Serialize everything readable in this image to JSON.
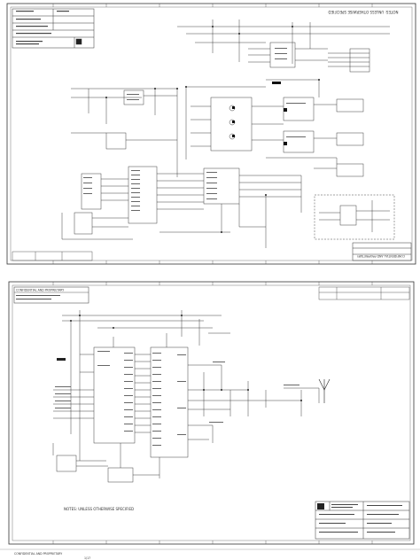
{
  "sheets": [
    {
      "id": "upper",
      "orientation": "rotated-180",
      "notes": "NOTES: UNLESS OTHERWISE SPECIFIED",
      "confidential": "CONFIDENTIAL AND PROPRIETARY"
    },
    {
      "id": "lower",
      "orientation": "upright",
      "notes": "NOTES: UNLESS OTHERWISE SPECIFIED",
      "confidential": "CONFIDENTIAL AND PROPRIETARY"
    }
  ],
  "footer": {
    "page_label": "1/17",
    "confidential": "CONFIDENTIAL AND PROPRIETARY"
  },
  "colors": {
    "line": "#2a2a2a",
    "border": "#3a3a3a",
    "paper": "#ffffff"
  }
}
